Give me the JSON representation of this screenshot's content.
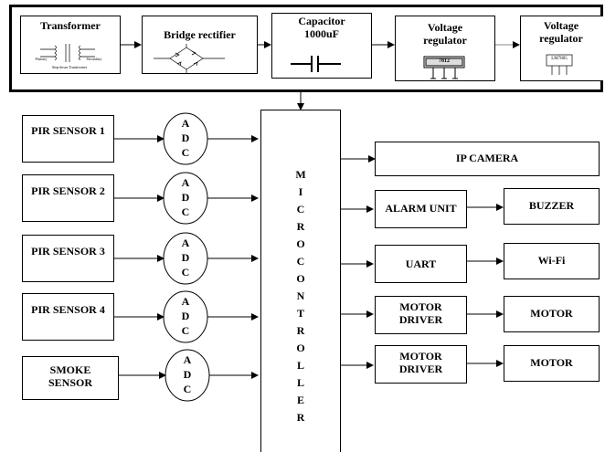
{
  "power_chain": [
    {
      "label": "Transformer",
      "sublabels": [
        "Primary",
        "Secondary",
        "Step-down Transformer"
      ]
    },
    {
      "label": "Bridge rectifier"
    },
    {
      "label": "Capacitor 1000uF"
    },
    {
      "label": "Voltage regulator",
      "chip_text": "7812"
    },
    {
      "label": "Voltage regulator",
      "chip_text": "LM7805"
    }
  ],
  "sensors": [
    {
      "label": "PIR SENSOR 1"
    },
    {
      "label": "PIR SENSOR 2"
    },
    {
      "label": "PIR SENSOR 3"
    },
    {
      "label": "PIR SENSOR 4"
    },
    {
      "label": "SMOKE SENSOR"
    }
  ],
  "adc": {
    "letters": [
      "A",
      "D",
      "C"
    ]
  },
  "microcontroller": {
    "letters": [
      "M",
      "I",
      "C",
      "R",
      "O",
      "C",
      "O",
      "N",
      "T",
      "R",
      "O",
      "L",
      "L",
      "E",
      "R"
    ]
  },
  "outputs": [
    {
      "label": "IP CAMERA"
    },
    {
      "label": "ALARM UNIT",
      "next": "BUZZER"
    },
    {
      "label": "UART",
      "next": "Wi-Fi"
    },
    {
      "label": "MOTOR DRIVER",
      "next": "MOTOR"
    },
    {
      "label": "MOTOR DRIVER",
      "next": "MOTOR"
    }
  ]
}
